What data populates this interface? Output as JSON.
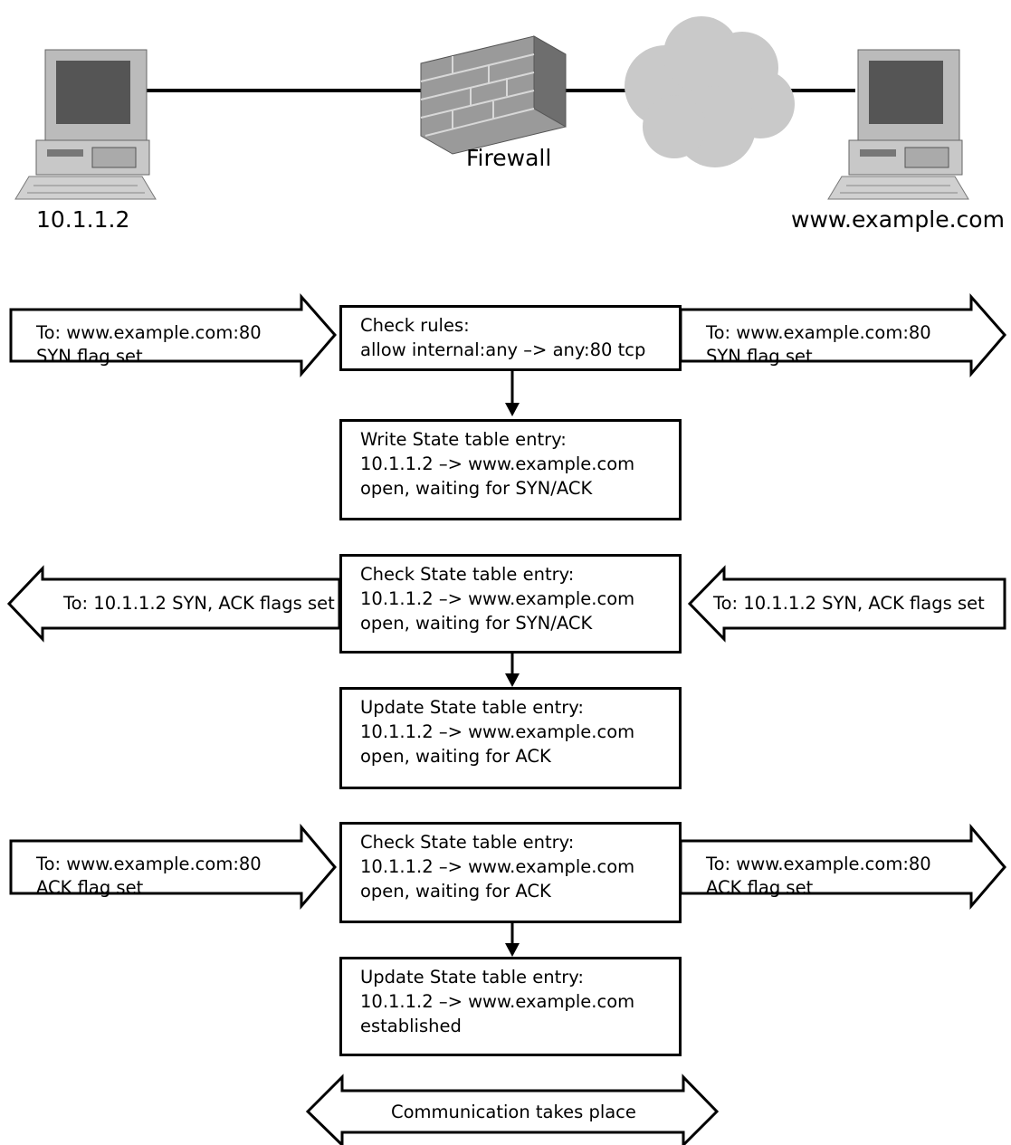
{
  "nodes": {
    "client": {
      "label": "10.1.1.2"
    },
    "firewall": {
      "label": "Firewall"
    },
    "server": {
      "label": "www.example.com"
    }
  },
  "steps": [
    {
      "left_arrow": [
        "To: www.example.com:80",
        "SYN flag set"
      ],
      "box": [
        "Check rules:",
        "allow internal:any –> any:80 tcp"
      ],
      "right_arrow": [
        "To: www.example.com:80",
        "SYN flag set"
      ]
    },
    {
      "box": [
        "Write State table entry:",
        "10.1.1.2 –> www.example.com",
        "open, waiting for SYN/ACK"
      ]
    },
    {
      "left_arrow": [
        "To: 10.1.1.2 SYN, ACK flags set"
      ],
      "box": [
        "Check State table entry:",
        "10.1.1.2 –> www.example.com",
        "open, waiting for SYN/ACK"
      ],
      "right_arrow": [
        "To: 10.1.1.2 SYN, ACK flags set"
      ]
    },
    {
      "box": [
        "Update State table entry:",
        "10.1.1.2 –> www.example.com",
        "open, waiting for ACK"
      ]
    },
    {
      "left_arrow": [
        "To: www.example.com:80",
        "ACK flag set"
      ],
      "box": [
        "Check State table entry:",
        "10.1.1.2 –> www.example.com",
        "open, waiting for ACK"
      ],
      "right_arrow": [
        "To: www.example.com:80",
        "ACK flag set"
      ]
    },
    {
      "box": [
        "Update State table entry:",
        "10.1.1.2 –> www.example.com",
        "established"
      ]
    }
  ],
  "final": {
    "label": "Communication takes place"
  },
  "icons": [
    "computer-icon",
    "brick-wall-icon",
    "cloud-icon",
    "computer-icon"
  ]
}
